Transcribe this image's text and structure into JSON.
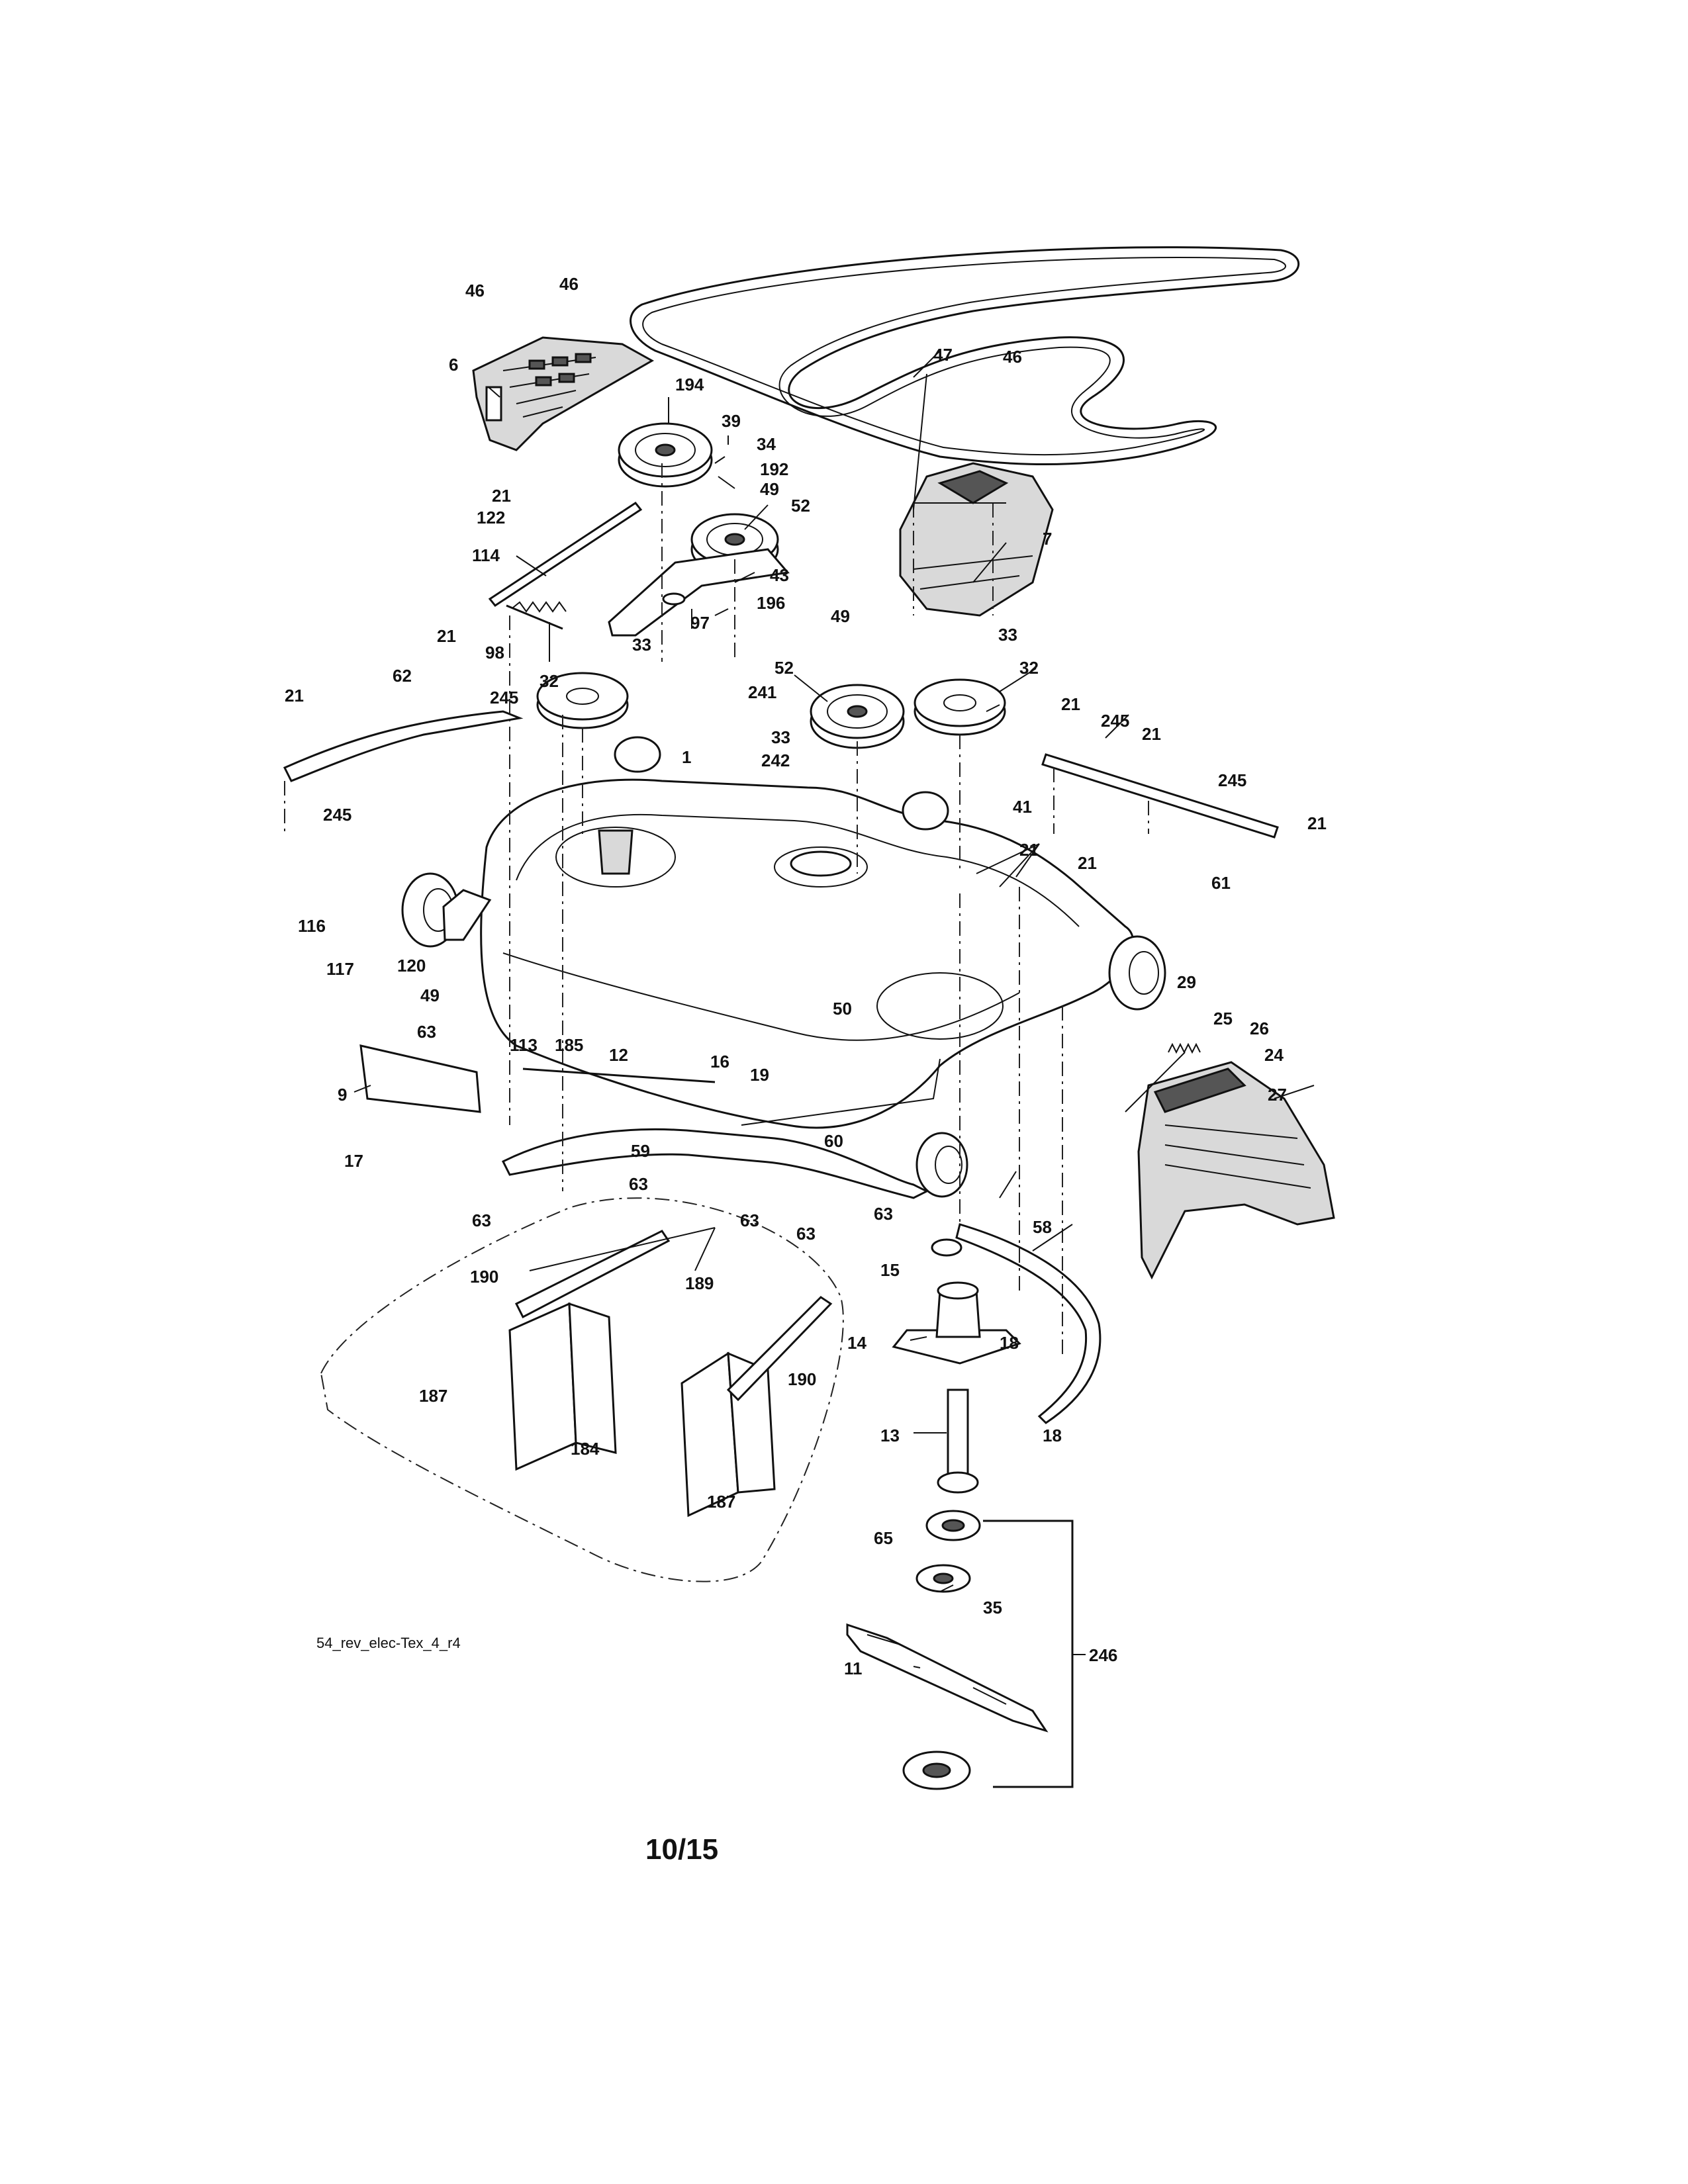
{
  "document": {
    "diagram_code": "54_rev_elec-Tex_4_r4",
    "page_number": "10/15"
  },
  "callouts": {
    "c46a": "46",
    "c46b": "46",
    "c46c": "46",
    "c6": "6",
    "c47": "47",
    "c194": "194",
    "c39": "39",
    "c34": "34",
    "c192": "192",
    "c49a": "49",
    "c52a": "52",
    "c7": "7",
    "c21a": "21",
    "c122": "122",
    "c114": "114",
    "c43": "43",
    "c196": "196",
    "c97": "97",
    "c98": "98",
    "c33a": "33",
    "c21b": "21",
    "c62": "62",
    "c21c": "21",
    "c245a": "245",
    "c32a": "32",
    "c245b": "245",
    "c241": "241",
    "c49b": "49",
    "c52b": "52",
    "c33b": "33",
    "c32b": "32",
    "c21d": "21",
    "c245c": "245",
    "c21e": "21",
    "c1": "1",
    "c242": "242",
    "c33c": "33",
    "c245d": "245",
    "c21f": "21",
    "c41": "41",
    "c61": "61",
    "c21g": "21",
    "c21h": "21",
    "c116": "116",
    "c117": "117",
    "c120": "120",
    "c49c": "49",
    "c50": "50",
    "c63a": "63",
    "c113": "113",
    "c185": "185",
    "c29": "29",
    "c25": "25",
    "c26": "26",
    "c24": "24",
    "c12": "12",
    "c16": "16",
    "c19": "19",
    "c9": "9",
    "c27": "27",
    "c17": "17",
    "c60": "60",
    "c59": "59",
    "c63b": "63",
    "c63c": "63",
    "c63d": "63",
    "c63e": "63",
    "c63f": "63",
    "c58": "58",
    "c15": "15",
    "c190a": "190",
    "c189": "189",
    "c14": "14",
    "c18a": "18",
    "c187a": "187",
    "c190b": "190",
    "c184": "184",
    "c13": "13",
    "c18b": "18",
    "c187b": "187",
    "c65": "65",
    "c35": "35",
    "c246": "246",
    "c11": "11"
  }
}
